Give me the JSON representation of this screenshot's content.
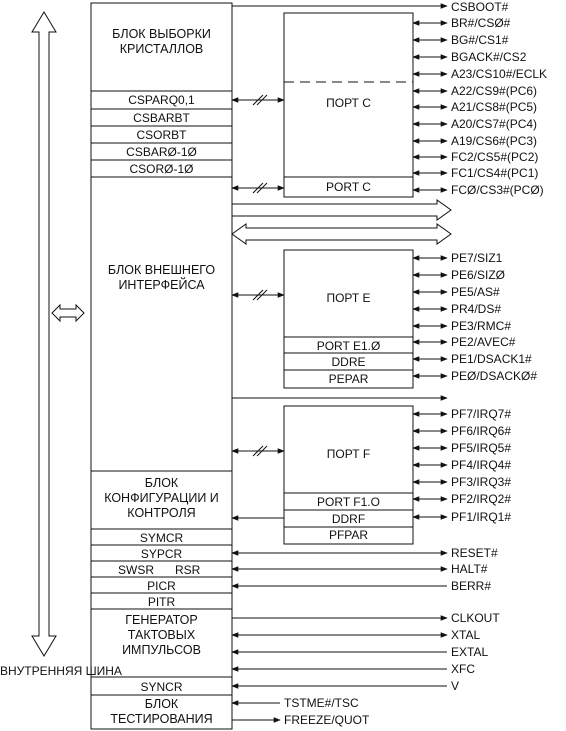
{
  "internal_bus_label": "ВНУТРЕННЯЯ ШИНА",
  "chip_select_block": {
    "title": "БЛОК ВЫБОРКИ КРИСТАЛЛОВ",
    "registers": [
      "CSPARQ0,1",
      "CSBARBT",
      "CSORBT",
      "CSBARØ-1Ø",
      "CSORØ-1Ø"
    ]
  },
  "port_c": {
    "title": "ПОРТ C",
    "register": "PORT C"
  },
  "external_interface_block": {
    "title": "БЛОК ВНЕШНЕГО ИНТЕРФЕЙСА"
  },
  "port_e": {
    "title": "ПОРТ E",
    "registers": [
      "PORT E1.Ø",
      "DDRE",
      "PEPAR"
    ]
  },
  "port_f": {
    "title": "ПОРТ F",
    "registers": [
      "PORT F1.O",
      "DDRF",
      "PFPAR"
    ]
  },
  "config_block": {
    "title": "БЛОК КОНФИГУРАЦИИ И КОНТРОЛЯ",
    "registers": [
      "SYMCR",
      "SYPCR",
      "SWSR",
      "RSR",
      "PICR",
      "PITR"
    ]
  },
  "clock_block": {
    "title": "ГЕНЕРАТОР ТАКТОВЫХ ИМПУЛЬСОВ",
    "register": "SYNCR"
  },
  "test_block": {
    "title": "БЛОК ТЕСТИРОВАНИЯ"
  },
  "signals": {
    "csboot": "CSBOOT#",
    "port_c": [
      "BR#/CSØ#",
      "BG#/CS1#",
      "BGACK#/CS2",
      "A23/CS10#/ECLK",
      "A22/CS9#(PC6)",
      "A21/CS8#(PC5)",
      "A20/CS7#(PC4)",
      "A19/CS6#(PC3)",
      "FC2/CS5#(PC2)",
      "FC1/CS4#(PC1)",
      "FCØ/CS3#(PCØ)"
    ],
    "port_e": [
      "PE7/SIZ1",
      "PE6/SIZØ",
      "PE5/AS#",
      "PR4/DS#",
      "PE3/RMC#",
      "PE2/AVEC#",
      "PE1/DSACK1#",
      "PEØ/DSACKØ#"
    ],
    "port_f": [
      "PF7/IRQ7#",
      "PF6/IRQ6#",
      "PF5/IRQ5#",
      "PF4/IRQ4#",
      "PF3/IRQ3#",
      "PF2/IRQ2#",
      "PF1/IRQ1#"
    ],
    "system": [
      "RESET#",
      "HALT#",
      "BERR#"
    ],
    "clock": [
      "CLKOUT",
      "XTAL",
      "EXTAL",
      "XFC",
      "V"
    ],
    "test": [
      "TSTME#/TSC",
      "FREEZE/QUOT"
    ]
  }
}
